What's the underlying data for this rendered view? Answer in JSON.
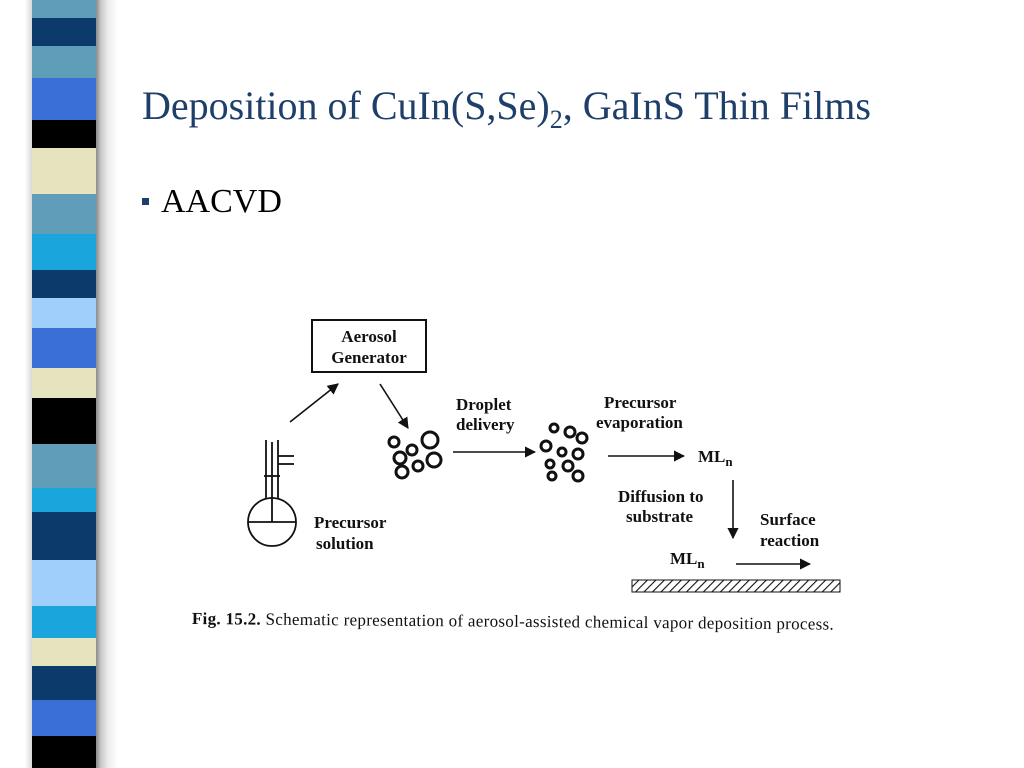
{
  "slide": {
    "title_main": "Deposition of CuIn(S,Se)",
    "title_sub": "2",
    "title_rest": ", GaInS Thin Films",
    "bullet": "AACVD"
  },
  "figure": {
    "aerosol_line1": "Aerosol",
    "aerosol_line2": "Generator",
    "droplet_line1": "Droplet",
    "droplet_line2": "delivery",
    "evap_line1": "Precursor",
    "evap_line2": "evaporation",
    "mln_1": "ML",
    "mln_1_sub": "n",
    "diffusion_line1": "Diffusion to",
    "diffusion_line2": "substrate",
    "surface_line1": "Surface",
    "surface_line2": "reaction",
    "mln_2": "ML",
    "mln_2_sub": "n",
    "solution_line1": "Precursor",
    "solution_line2": "solution"
  },
  "caption": {
    "fig_number": "Fig. 15.2.",
    "text": "Schematic representation of aerosol-assisted chemical vapor deposition process."
  },
  "colors": {
    "title": "#1f3f6b",
    "stripe": [
      "#5f9db8",
      "#0b3a6b",
      "#3a6fd8",
      "#000000",
      "#e6e4be",
      "#5f9db8",
      "#1aa6dd",
      "#0b3a6b",
      "#9fcffa",
      "#3a6fd8",
      "#e6e4be",
      "#000000",
      "#5f9db8",
      "#1aa6dd",
      "#0b3a6b",
      "#9fcffa",
      "#1aa6dd",
      "#e6e4be",
      "#0b3a6b",
      "#3a6fd8",
      "#000000"
    ]
  }
}
